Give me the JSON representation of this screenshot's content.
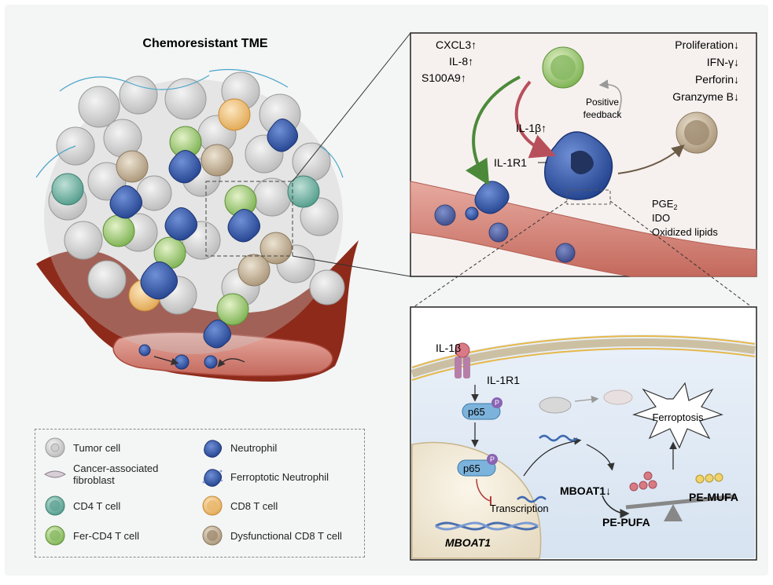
{
  "title": "Chemoresistant TME",
  "zoom_top": {
    "secreted": [
      "CXCL3↑",
      "IL-8↑",
      "S100A9↑"
    ],
    "il1b": "IL-1β↑",
    "il1r1": "IL-1R1",
    "positive_feedback_line1": "Positive",
    "positive_feedback_line2": "feedback",
    "effects": [
      "Proliferation↓",
      "IFN-γ↓",
      "Perforin↓",
      "Granzyme B↓"
    ],
    "mediators": {
      "pge2_base": "PGE",
      "pge2_sub": "2",
      "ido": "IDO",
      "lipids": "Oxidized lipids"
    }
  },
  "zoom_bottom": {
    "il1b": "IL-1β",
    "il1r1": "IL-1R1",
    "p65": "p65",
    "p65_nucleus": "p65",
    "phos": "P",
    "transcription": "Transcription",
    "gene": "MBOAT1",
    "mboat1_down": "MBOAT1↓",
    "ferroptosis": "Ferroptosis",
    "pe_pufa": "PE-PUFA",
    "pe_mufa": "PE-MUFA"
  },
  "legend": {
    "tumor": "Tumor cell",
    "caf_line1": "Cancer-associated",
    "caf_line2": "fibroblast",
    "cd4": "CD4 T cell",
    "fer_cd4": "Fer-CD4 T cell",
    "neutrophil": "Neutrophil",
    "fer_neutrophil": "Ferroptotic Neutrophil",
    "cd8": "CD8 T cell",
    "dys_cd8": "Dysfunctional CD8 T cell"
  },
  "colors": {
    "tumor": "#d9d9d9",
    "neutrophil": "#2e55a8",
    "cd4": "#6fb3a4",
    "fer_cd4": "#8fc46a",
    "cd8": "#f0c27a",
    "dys_cd8": "#bfae8e",
    "vessel": "#d9897e",
    "stroma": "#8e2a1a",
    "green_arrow": "#4c8a3a",
    "red_arrow": "#b8505c"
  }
}
